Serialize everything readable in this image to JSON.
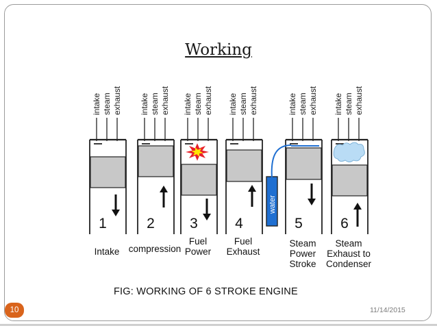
{
  "slide": {
    "title": "Working",
    "caption": "FIG: WORKING OF 6 STROKE ENGINE",
    "page_number": "10",
    "date": "11/14/2015"
  },
  "colors": {
    "accent": "#d9641c",
    "piston": "#c8c8c8",
    "water": "#1f6fd1",
    "flame_red": "#e8202a",
    "flame_yellow": "#ffe600",
    "steam": "#b9dcf5"
  },
  "diagram": {
    "valve_labels": [
      "intake",
      "steam",
      "exhaust"
    ],
    "water_label": "water",
    "strokes": [
      {
        "number": "1",
        "name_lines": [
          "Intake"
        ],
        "piston_motion": "down",
        "feature": "none"
      },
      {
        "number": "2",
        "name_lines": [
          "compression"
        ],
        "piston_motion": "up",
        "feature": "none"
      },
      {
        "number": "3",
        "name_lines": [
          "Fuel",
          "Power"
        ],
        "piston_motion": "down",
        "feature": "ignition-flame"
      },
      {
        "number": "4",
        "name_lines": [
          "Fuel",
          "Exhaust"
        ],
        "piston_motion": "up",
        "feature": "none"
      },
      {
        "number": "5",
        "name_lines": [
          "Steam",
          "Power",
          "Stroke"
        ],
        "piston_motion": "down",
        "feature": "water-injection"
      },
      {
        "number": "6",
        "name_lines": [
          "Steam",
          "Exhaust to",
          "Condenser"
        ],
        "piston_motion": "up",
        "feature": "steam-cloud"
      }
    ]
  }
}
